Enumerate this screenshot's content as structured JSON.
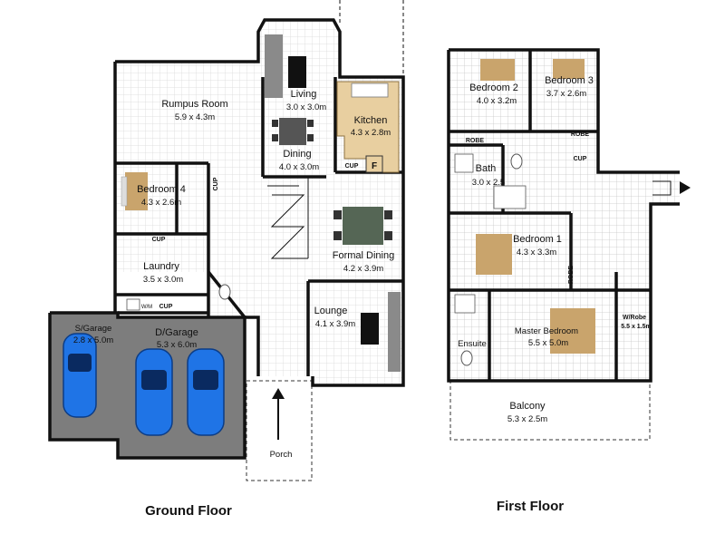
{
  "floors": {
    "ground": "Ground Floor",
    "first": "First Floor"
  },
  "rooms": {
    "rumpus": {
      "name": "Rumpus Room",
      "dim": "5.9 x 4.3m"
    },
    "living": {
      "name": "Living",
      "dim": "3.0 x 3.0m"
    },
    "kitchen": {
      "name": "Kitchen",
      "dim": "4.3 x 2.8m"
    },
    "dining": {
      "name": "Dining",
      "dim": "4.0 x 3.0m"
    },
    "bedroom4": {
      "name": "Bedroom 4",
      "dim": "4.3 x 2.6m"
    },
    "formal_dining": {
      "name": "Formal Dining",
      "dim": "4.2 x 3.9m"
    },
    "laundry": {
      "name": "Laundry",
      "dim": "3.5 x 3.0m"
    },
    "lounge": {
      "name": "Lounge",
      "dim": "4.1 x 3.9m"
    },
    "sgarage": {
      "name": "S/Garage",
      "dim": "2.8 x 5.0m"
    },
    "dgarage": {
      "name": "D/Garage",
      "dim": "5.3 x 6.0m"
    },
    "porch": {
      "name": "Porch"
    },
    "bedroom2": {
      "name": "Bedroom 2",
      "dim": "4.0 x 3.2m"
    },
    "bedroom3": {
      "name": "Bedroom 3",
      "dim": "3.7 x 2.6m"
    },
    "bath": {
      "name": "Bath",
      "dim": "3.0 x 2.5"
    },
    "bedroom1": {
      "name": "Bedroom 1",
      "dim": "4.3 x 3.3m"
    },
    "master": {
      "name": "Master Bedroom",
      "dim": "5.5 x 5.0m"
    },
    "wrobe": {
      "name": "W/Robe",
      "dim": "5.5 x 1.5m"
    },
    "ensuite": {
      "name": "Ensuite"
    },
    "balcony": {
      "name": "Balcony",
      "dim": "5.3 x 2.5m"
    }
  },
  "tags": {
    "cup": "CUP",
    "robe": "ROBE",
    "fridge": "F",
    "washing_machine": "W/M"
  },
  "colors": {
    "wall": "#111111",
    "grid": "#d9d9d9",
    "garage_floor": "#7d7d7d",
    "car": "#1f74e6",
    "bed": "#c9a46c",
    "kitchen_bench": "#e8cfa0",
    "sofa": "#8a8a8a"
  }
}
